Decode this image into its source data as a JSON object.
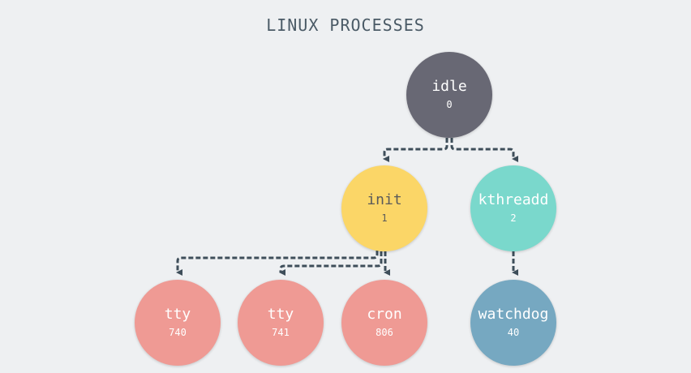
{
  "title": "LINUX PROCESSES",
  "colors": {
    "background": "#EEF0F2",
    "arrow": "#3E4E5A",
    "idle": "#686874",
    "init": "#FBD667",
    "kthreadd": "#7AD8CC",
    "user_process": "#EF9A94",
    "watchdog": "#76A8C1"
  },
  "nodes": {
    "idle": {
      "name": "idle",
      "pid": "0"
    },
    "init": {
      "name": "init",
      "pid": "1"
    },
    "kthreadd": {
      "name": "kthreadd",
      "pid": "2"
    },
    "tty740": {
      "name": "tty",
      "pid": "740"
    },
    "tty741": {
      "name": "tty",
      "pid": "741"
    },
    "cron": {
      "name": "cron",
      "pid": "806"
    },
    "watchdog": {
      "name": "watchdog",
      "pid": "40"
    }
  },
  "edges": [
    {
      "from": "idle",
      "to": "init"
    },
    {
      "from": "idle",
      "to": "kthreadd"
    },
    {
      "from": "init",
      "to": "tty740"
    },
    {
      "from": "init",
      "to": "tty741"
    },
    {
      "from": "init",
      "to": "cron"
    },
    {
      "from": "kthreadd",
      "to": "watchdog"
    }
  ]
}
